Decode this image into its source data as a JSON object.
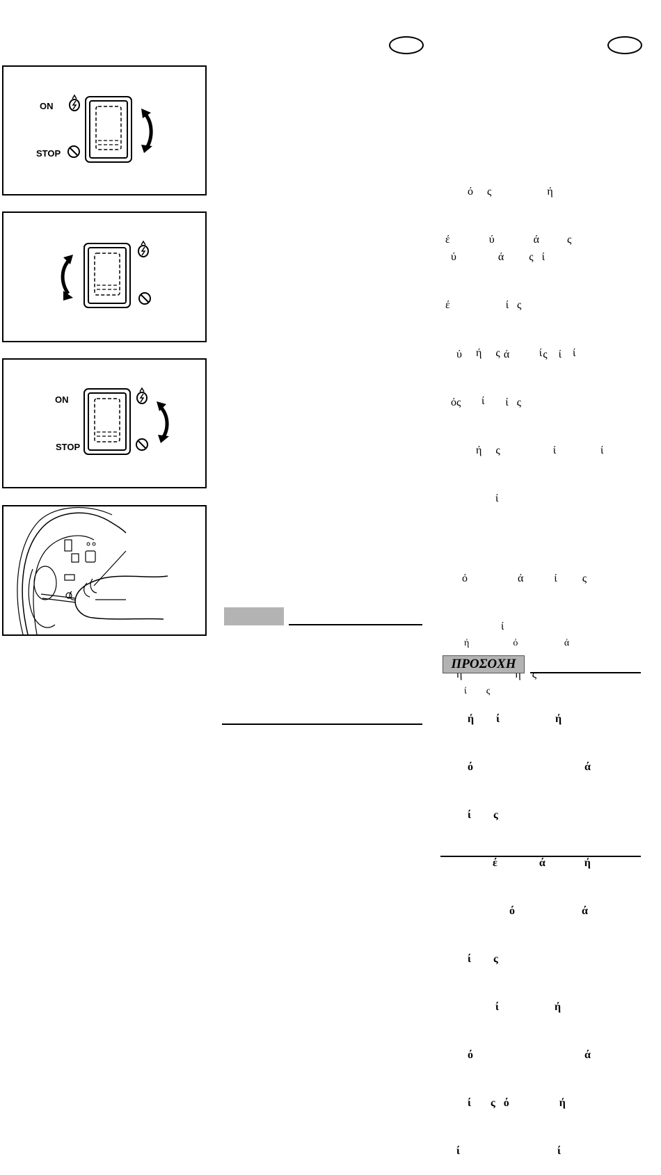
{
  "figure1": {
    "label_on": "ON",
    "label_stop": "STOP"
  },
  "figure3": {
    "label_on": "ON",
    "label_stop": "STOP"
  },
  "caution_heading": "ΠΡΟΣΟΧΗ",
  "para1": [
    "          ό     ς                    ή",
    "  έ              ύ              ά          ς"
  ],
  "para2": [
    "    ύ               ά         ς   ί",
    "  έ                    ί   ς",
    "             ή     ς              ί           ί",
    "               ί"
  ],
  "para3": [
    "      ύ               ά            ς    ί",
    "    ός                ί   ς",
    "             ή     ς                   ί                ί",
    "                    ί"
  ],
  "para4": [
    "        ό                  ά           ί         ς",
    "                      ί",
    "      ή                   ή    ς"
  ],
  "para5": [
    "          ή                  ό                   ά",
    "          ί        ς"
  ],
  "caution_lines": [
    "          ή        ί                    ή",
    "          ό                                        ά",
    "          ί        ς",
    "                   έ               ά              ή",
    "                         ό                        ά",
    "          ί        ς",
    "                    ί                    ή",
    "          ό                                        ά",
    "          ί       ς   ό                  ή",
    "      ί                                   ί"
  ]
}
